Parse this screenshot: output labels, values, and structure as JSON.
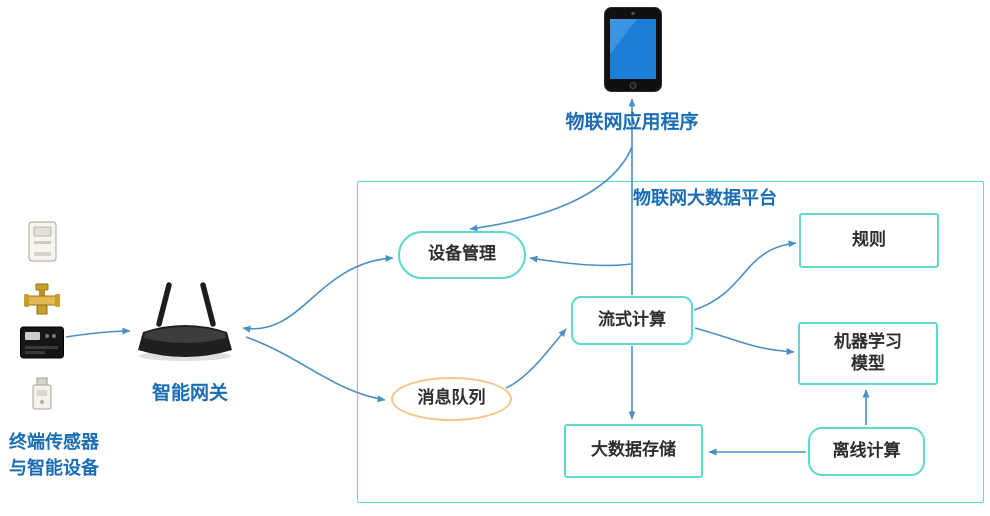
{
  "labels": {
    "app": "物联网应用程序",
    "platform": "物联网大数据平台",
    "gateway": "智能网关",
    "endpoint_line1": "终端传感器",
    "endpoint_line2": "与智能设备"
  },
  "nodes": {
    "device_management": "设备管理",
    "message_queue": "消息队列",
    "stream_computing": "流式计算",
    "rules": "规则",
    "ml_model_line1": "机器学习",
    "ml_model_line2": "模型",
    "big_data_storage": "大数据存储",
    "offline_computing": "离线计算"
  },
  "icons": {
    "tablet": "tablet-device-icon",
    "router": "wireless-router-icon",
    "sensor1": "card-reader-sensor-icon",
    "sensor2": "valve-meter-icon",
    "sensor3": "controller-device-icon",
    "sensor4": "small-sensor-icon"
  },
  "colors": {
    "label_blue": "#1a6cb5",
    "node_border_cyan": "#5ed8d0",
    "queue_border_orange": "#f0c58a",
    "arrow_blue": "#4a8fc4",
    "tablet_screen_blue": "#1b7fd8"
  }
}
